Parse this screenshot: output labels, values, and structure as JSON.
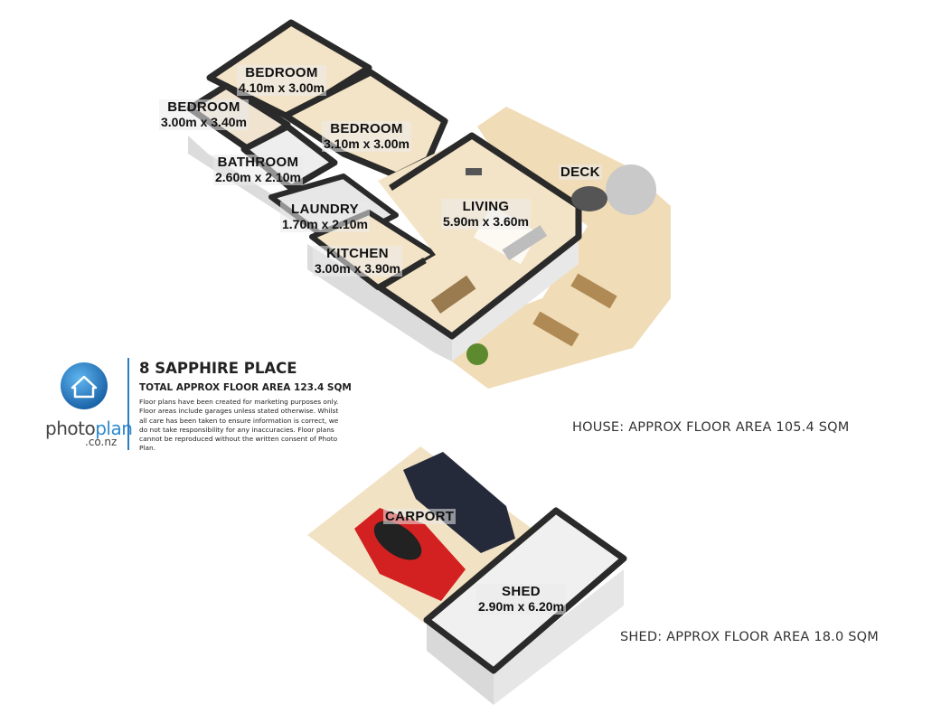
{
  "rooms": {
    "bedroom_top": {
      "name": "BEDROOM",
      "dims": "4.10m x 3.00m"
    },
    "bedroom_left": {
      "name": "BEDROOM",
      "dims": "3.00m x 3.40m"
    },
    "bedroom_mid": {
      "name": "BEDROOM",
      "dims": "3.10m x 3.00m"
    },
    "bathroom": {
      "name": "BATHROOM",
      "dims": "2.60m x 2.10m"
    },
    "laundry": {
      "name": "LAUNDRY",
      "dims": "1.70m x 2.10m"
    },
    "kitchen": {
      "name": "KITCHEN",
      "dims": "3.00m x 3.90m"
    },
    "living": {
      "name": "LIVING",
      "dims": "5.90m x 3.60m"
    },
    "deck": {
      "name": "DECK"
    },
    "carport": {
      "name": "CARPORT"
    },
    "shed": {
      "name": "SHED",
      "dims": "2.90m x 6.20m"
    }
  },
  "house_area": "HOUSE: APPROX FLOOR AREA 105.4 SQM",
  "shed_area": "SHED: APPROX FLOOR AREA 18.0 SQM",
  "info": {
    "address": "8 SAPPHIRE PLACE",
    "total_area": "TOTAL APPROX FLOOR AREA 123.4 SQM",
    "disclaimer": "Floor plans have been created for marketing purposes only. Floor areas include garages unless stated otherwise. Whilst all care has been taken to ensure information is correct, we do not take responsibility for any inaccuracies. Floor plans cannot be reproduced without the written consent of Photo Plan."
  },
  "brand": {
    "name_dark": "photo",
    "name_blue": "plan",
    "domain": ".co.nz"
  },
  "colors": {
    "floor": "#f2e2c4",
    "deck": "#f0dcb6",
    "wall_top": "#2a2a2a",
    "wall_side": "#dcdcdc",
    "brand_blue": "#2d8ad0"
  }
}
